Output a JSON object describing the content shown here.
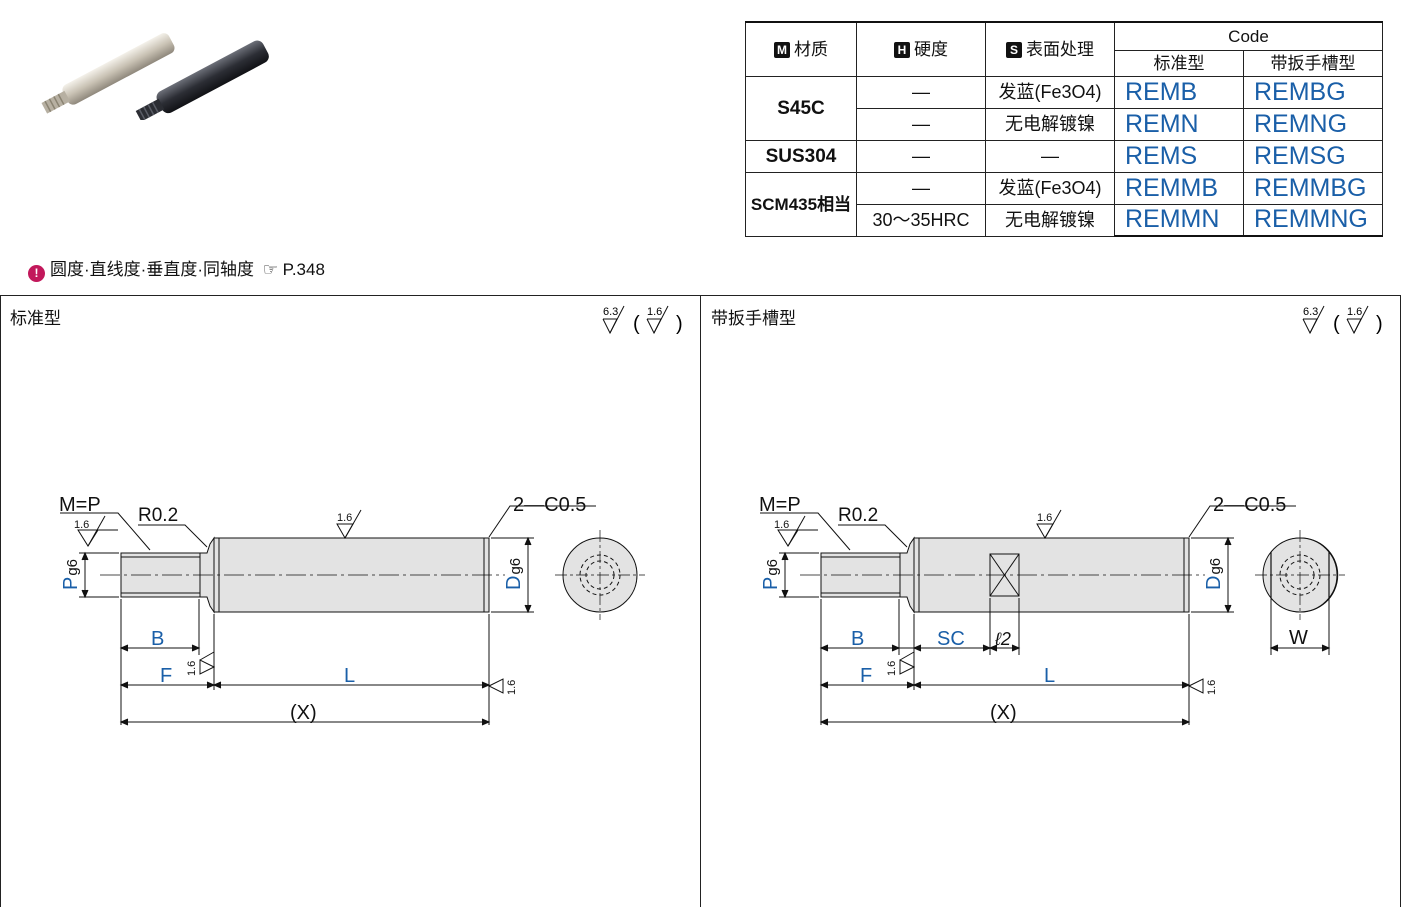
{
  "table": {
    "col_material": "材质",
    "col_hardness": "硬度",
    "col_surface": "表面处理",
    "col_code": "Code",
    "col_standard": "标准型",
    "col_wrench": "带扳手槽型",
    "badge_m": "M",
    "badge_h": "H",
    "badge_s": "S",
    "rows": [
      {
        "material": "S45C",
        "hardness": "—",
        "surface": "发蓝(Fe3O4)",
        "code_std": "REMB",
        "code_wr": "REMBG"
      },
      {
        "hardness": "—",
        "surface": "无电解镀镍",
        "code_std": "REMN",
        "code_wr": "REMNG"
      },
      {
        "material": "SUS304",
        "hardness": "—",
        "surface": "—",
        "code_std": "REMS",
        "code_wr": "REMSG"
      },
      {
        "material": "SCM435相当",
        "hardness": "—",
        "surface": "发蓝(Fe3O4)",
        "code_std": "REMMB",
        "code_wr": "REMMBG"
      },
      {
        "hardness": "30～35HRC",
        "surface": "无电解镀镍",
        "code_std": "REMMN",
        "code_wr": "REMMNG"
      }
    ]
  },
  "note": {
    "icon": "!",
    "text": "圆度·直线度·垂直度·同轴度",
    "ref": "☞ P.348"
  },
  "drawings": {
    "standard_title": "标准型",
    "wrench_title": "带扳手槽型",
    "roughness_main": "6.3",
    "roughness_alt": "1.6",
    "label_mp": "M=P",
    "label_r": "R0.2",
    "label_c": "2—C0.5",
    "label_p": "P",
    "label_p_sub": "g6",
    "label_d": "D",
    "label_d_sub": "g6",
    "label_b": "B",
    "label_f": "F",
    "label_l": "L",
    "label_x": "(X)",
    "label_sc": "SC",
    "label_l2": "ℓ2",
    "label_w": "W",
    "colors": {
      "blue": "#1a5fa8",
      "rod": "#e3e3e3"
    }
  }
}
